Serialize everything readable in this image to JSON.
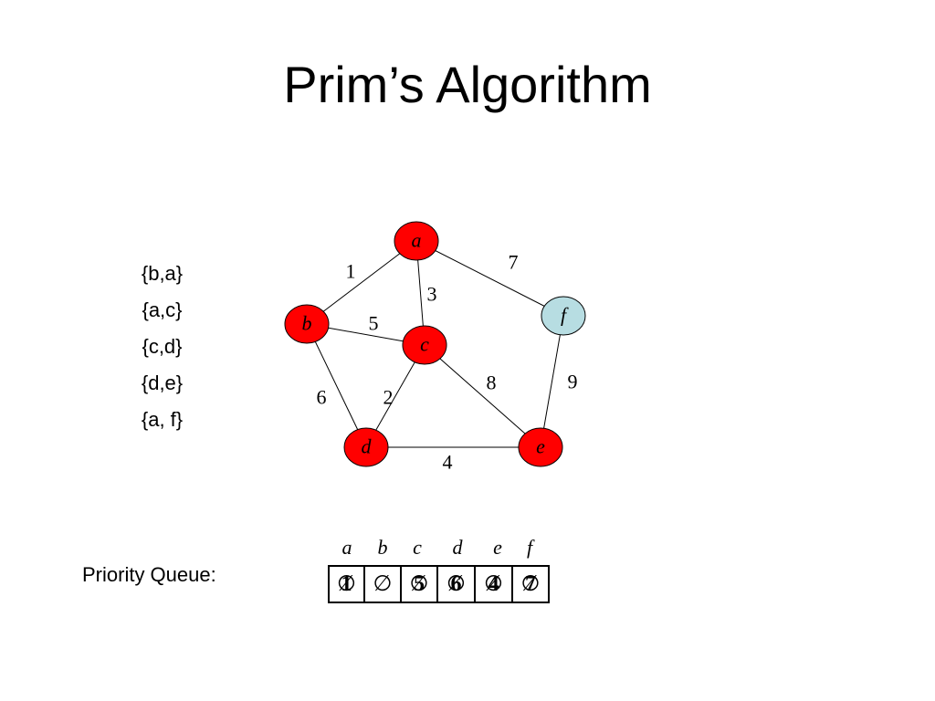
{
  "title": "Prim’s Algorithm",
  "mst_edges": [
    "{b,a}",
    "{a,c}",
    "{c,d}",
    "{d,e}",
    "{a, f}"
  ],
  "priority_queue_label": "Priority Queue:",
  "colors": {
    "visited": "#ff0000",
    "unvisited": "#b7dde2"
  },
  "graph": {
    "nodes": [
      {
        "id": "a",
        "label": "a",
        "state": "visited"
      },
      {
        "id": "b",
        "label": "b",
        "state": "visited"
      },
      {
        "id": "c",
        "label": "c",
        "state": "visited"
      },
      {
        "id": "d",
        "label": "d",
        "state": "visited"
      },
      {
        "id": "e",
        "label": "e",
        "state": "visited"
      },
      {
        "id": "f",
        "label": "f",
        "state": "unvisited"
      }
    ],
    "edges": [
      {
        "from": "a",
        "to": "b",
        "weight": "1"
      },
      {
        "from": "a",
        "to": "c",
        "weight": "3"
      },
      {
        "from": "a",
        "to": "f",
        "weight": "7"
      },
      {
        "from": "b",
        "to": "c",
        "weight": "5"
      },
      {
        "from": "b",
        "to": "d",
        "weight": "6"
      },
      {
        "from": "c",
        "to": "d",
        "weight": "2"
      },
      {
        "from": "c",
        "to": "e",
        "weight": "8"
      },
      {
        "from": "d",
        "to": "e",
        "weight": "4"
      },
      {
        "from": "f",
        "to": "e",
        "weight": "9"
      }
    ]
  },
  "priority_queue": {
    "headers": [
      "a",
      "b",
      "c",
      "d",
      "e",
      "f"
    ],
    "cells": [
      {
        "value": "1",
        "strike": "∅"
      },
      {
        "value": "",
        "strike": "∅"
      },
      {
        "value": "5",
        "strike": "∅"
      },
      {
        "value": "6",
        "strike": "∅"
      },
      {
        "value": "4",
        "strike": "∅"
      },
      {
        "value": "7",
        "strike": "∅"
      }
    ]
  }
}
